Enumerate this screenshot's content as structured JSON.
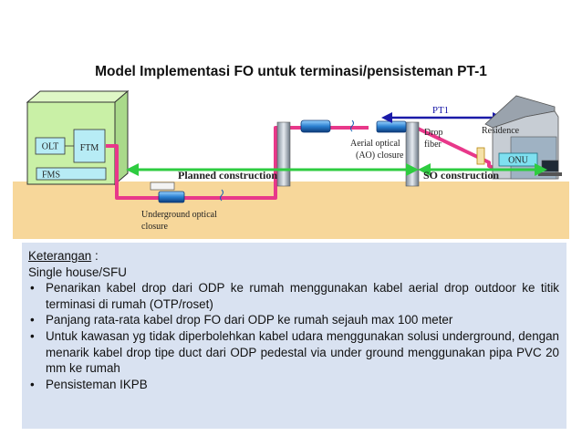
{
  "title": "Model Implementasi FO untuk terminasi/pensisteman PT-1",
  "diagram": {
    "olt": "OLT",
    "ftm": "FTM",
    "fms": "FMS",
    "planned_construction": "Planned construction",
    "so_construction": "SO construction",
    "pt1": "PT1",
    "residence": "Residence",
    "onu": "ONU",
    "drop_fiber_line1": "Drop",
    "drop_fiber_line2": "fiber",
    "aerial_line1": "Aerial optical",
    "aerial_line2": "(AO) closure",
    "underground_line1": "Underground optical",
    "underground_line2": "closure"
  },
  "colors": {
    "cable": "#e8388a",
    "green_arrow": "#2ecc40",
    "blue_arrow": "#1a1aa8",
    "ground": "#f7d79a",
    "building": "#c9f0a6",
    "notes_bg": "#d9e2f1"
  },
  "notes": {
    "heading": "Keterangan",
    "heading_suffix": " :",
    "subtitle": "Single house/SFU",
    "items": [
      "Penarikan kabel drop dari ODP ke rumah menggunakan kabel aerial drop outdoor ke titik terminasi di rumah (OTP/roset)",
      "Panjang rata-rata kabel drop FO dari ODP ke rumah sejauh max 100 meter",
      "Untuk kawasan yg tidak diperbolehkan kabel udara menggunakan solusi underground, dengan menarik kabel drop tipe duct dari ODP pedestal via under ground menggunakan pipa PVC 20 mm ke rumah",
      "Pensisteman IKPB"
    ]
  }
}
